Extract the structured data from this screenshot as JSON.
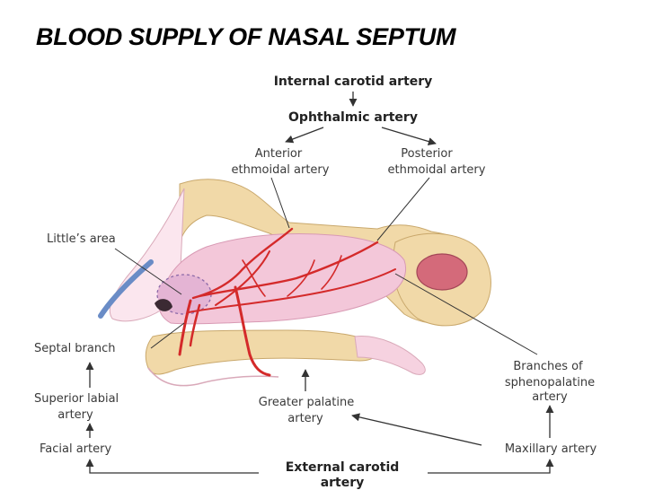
{
  "title": "BLOOD SUPPLY OF NASAL SEPTUM",
  "labels": {
    "internal_carotid": "Internal carotid artery",
    "ophthalmic": "Ophthalmic artery",
    "anterior_ethmoidal_1": "Anterior",
    "anterior_ethmoidal_2": "ethmoidal artery",
    "posterior_ethmoidal_1": "Posterior",
    "posterior_ethmoidal_2": "ethmoidal artery",
    "littles_area": "Little’s area",
    "septal_branch": "Septal branch",
    "superior_labial_1": "Superior labial",
    "superior_labial_2": "artery",
    "facial": "Facial artery",
    "greater_palatine_1": "Greater palatine",
    "greater_palatine_2": "artery",
    "sphenopalatine_1": "Branches of",
    "sphenopalatine_2": "sphenopalatine",
    "sphenopalatine_3": "artery",
    "maxillary": "Maxillary artery",
    "external_carotid_1": "External carotid",
    "external_carotid_2": "artery"
  },
  "colors": {
    "artery": "#d42a2a",
    "bone": "#f1d9a8",
    "mucosa": "#f6d2e0",
    "septum": "#f3c7d9",
    "sinus": "#d46a7a",
    "nasal_bone_line": "#6a8cc6"
  }
}
